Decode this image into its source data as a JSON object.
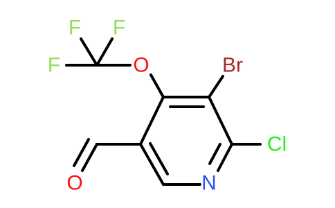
{
  "molecule": {
    "atoms": {
      "f_top": {
        "label": "F",
        "color": "#90e050"
      },
      "f_right": {
        "label": "F",
        "color": "#90e050"
      },
      "f_left": {
        "label": "F",
        "color": "#90e050"
      },
      "oxygen_ether": {
        "label": "O",
        "color": "#ff0d0d"
      },
      "bromine": {
        "label": "Br",
        "color": "#a62929"
      },
      "chlorine": {
        "label": "Cl",
        "color": "#1ff01f"
      },
      "nitrogen": {
        "label": "N",
        "color": "#3050f8"
      },
      "oxygen_aldehyde": {
        "label": "O",
        "color": "#ff0d0d"
      }
    },
    "bond_color": "#000000"
  }
}
